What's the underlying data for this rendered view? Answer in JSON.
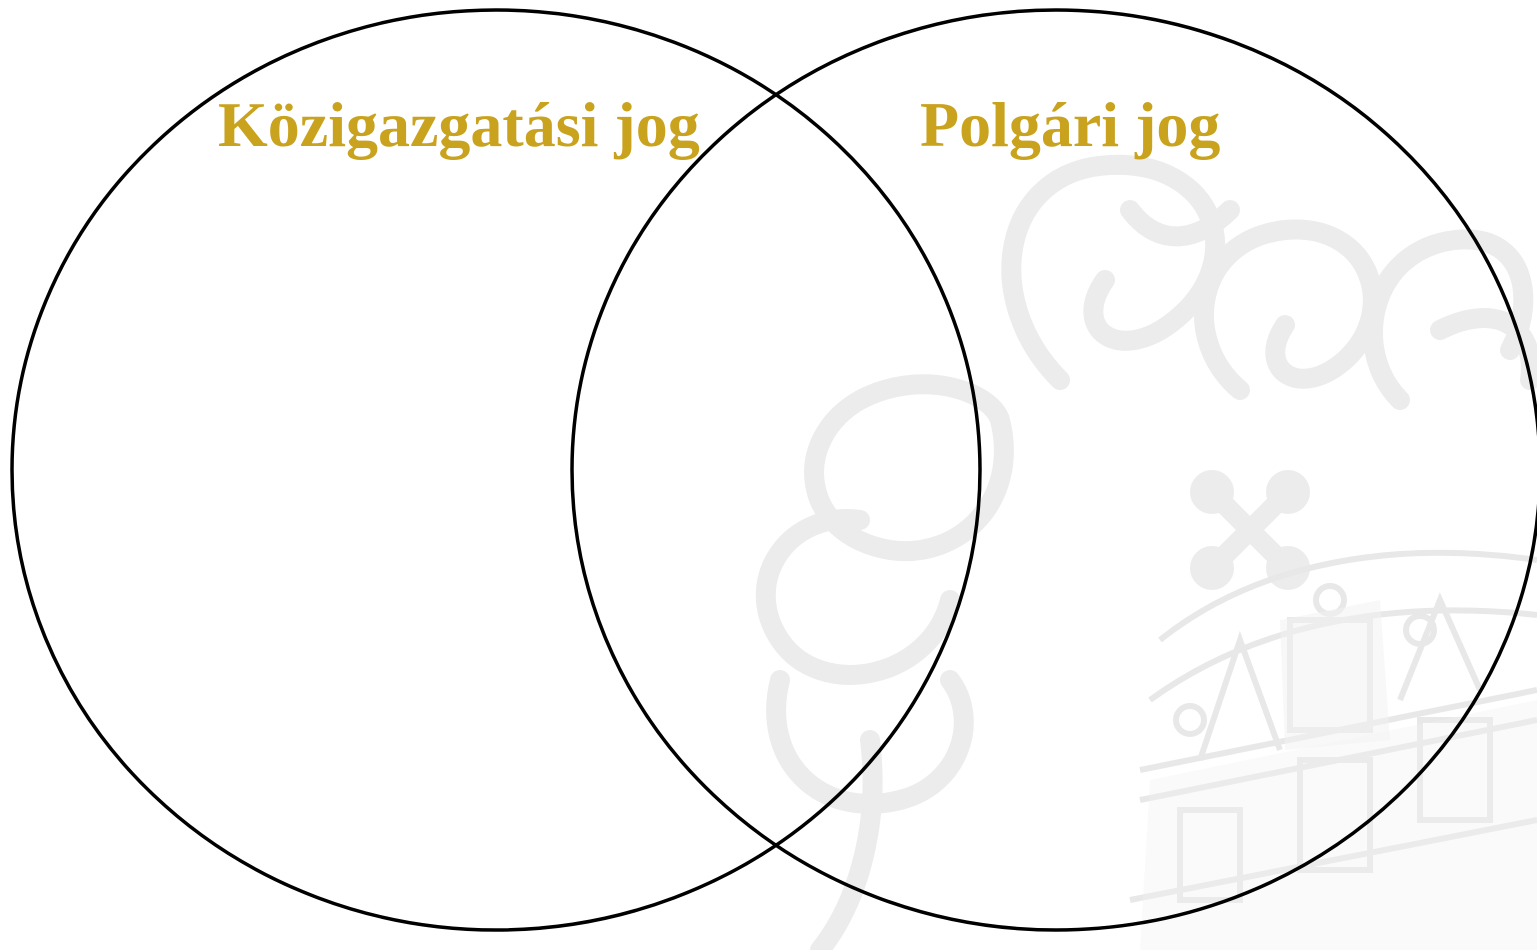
{
  "diagram": {
    "type": "venn",
    "sets": [
      {
        "label": "Közigazgatási jog"
      },
      {
        "label": "Polgári jog"
      }
    ]
  },
  "colors": {
    "label_text": "#C9A21E",
    "outline": "#000000",
    "watermark": "#ECECEC",
    "background": "#FFFFFF"
  },
  "watermark": {
    "icon": "holy-crown-ornament-watermark"
  }
}
